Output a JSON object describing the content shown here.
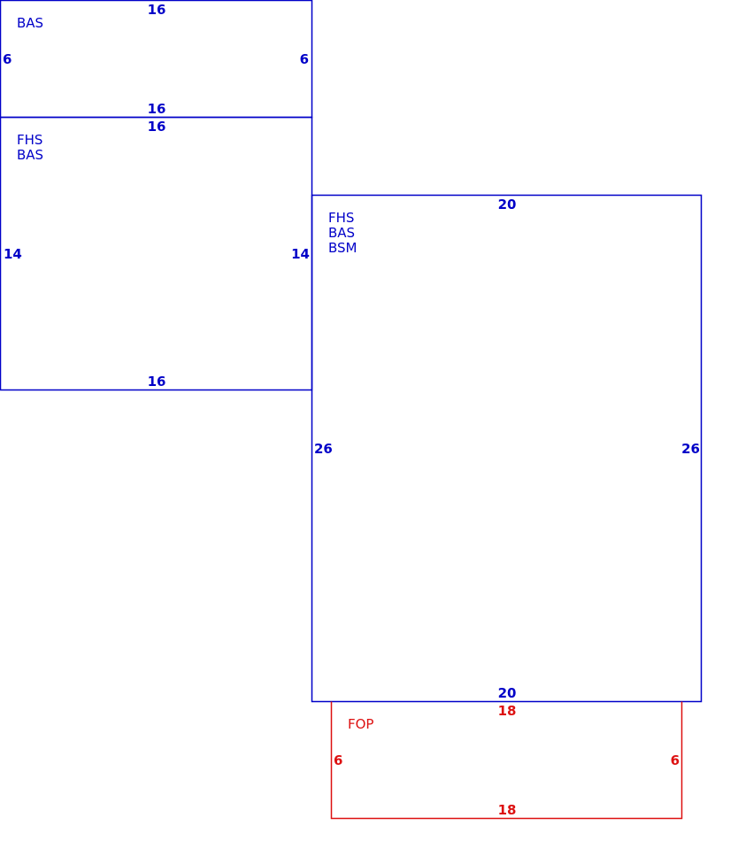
{
  "colors": {
    "primary": "#0000c8",
    "secondary": "#dd1111",
    "background": "#ffffff"
  },
  "sections": {
    "upper_left": {
      "codes": [
        "BAS"
      ],
      "top": "16",
      "bottom": "16",
      "left": "6",
      "right": "6"
    },
    "middle_left": {
      "codes": [
        "FHS",
        "BAS"
      ],
      "top": "16",
      "bottom": "16",
      "left": "14",
      "right": "14"
    },
    "main": {
      "codes": [
        "FHS",
        "BAS",
        "BSM"
      ],
      "top": "20",
      "bottom": "20",
      "left": "26",
      "right": "26"
    },
    "porch": {
      "codes": [
        "FOP"
      ],
      "top": "18",
      "bottom": "18",
      "left": "6",
      "right": "6"
    }
  }
}
